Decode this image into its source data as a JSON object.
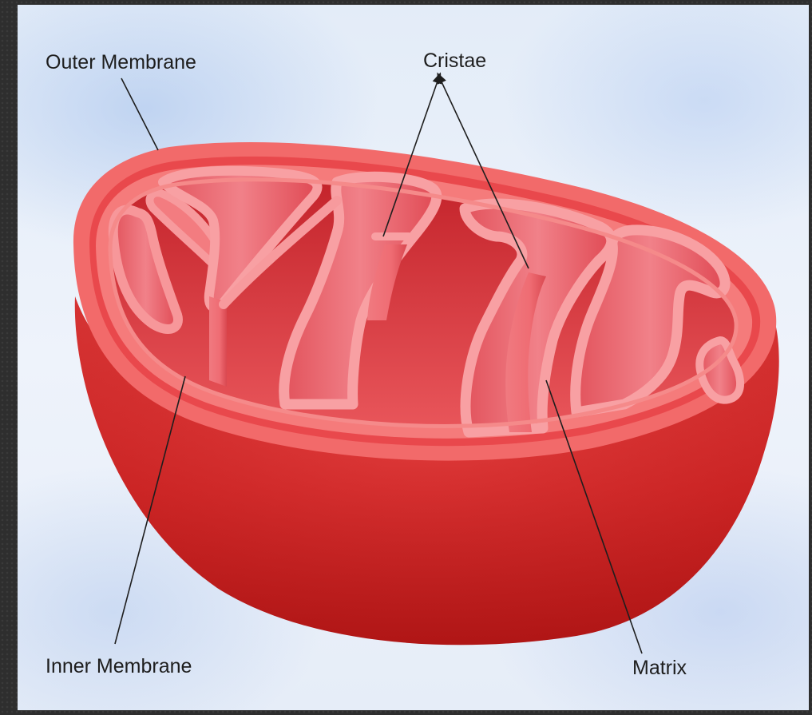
{
  "labels": {
    "outer_membrane": "Outer Membrane",
    "cristae": "Cristae",
    "inner_membrane": "Inner Membrane",
    "matrix": "Matrix"
  },
  "colors": {
    "background": "#e8eef8",
    "outer_membrane": "#f26a6a",
    "body": "#d92b2b",
    "inner_membrane": "#f57b7b",
    "matrix": "#e23c43",
    "leader_line": "#1e1e1e",
    "frame": "#2e2e2e"
  }
}
